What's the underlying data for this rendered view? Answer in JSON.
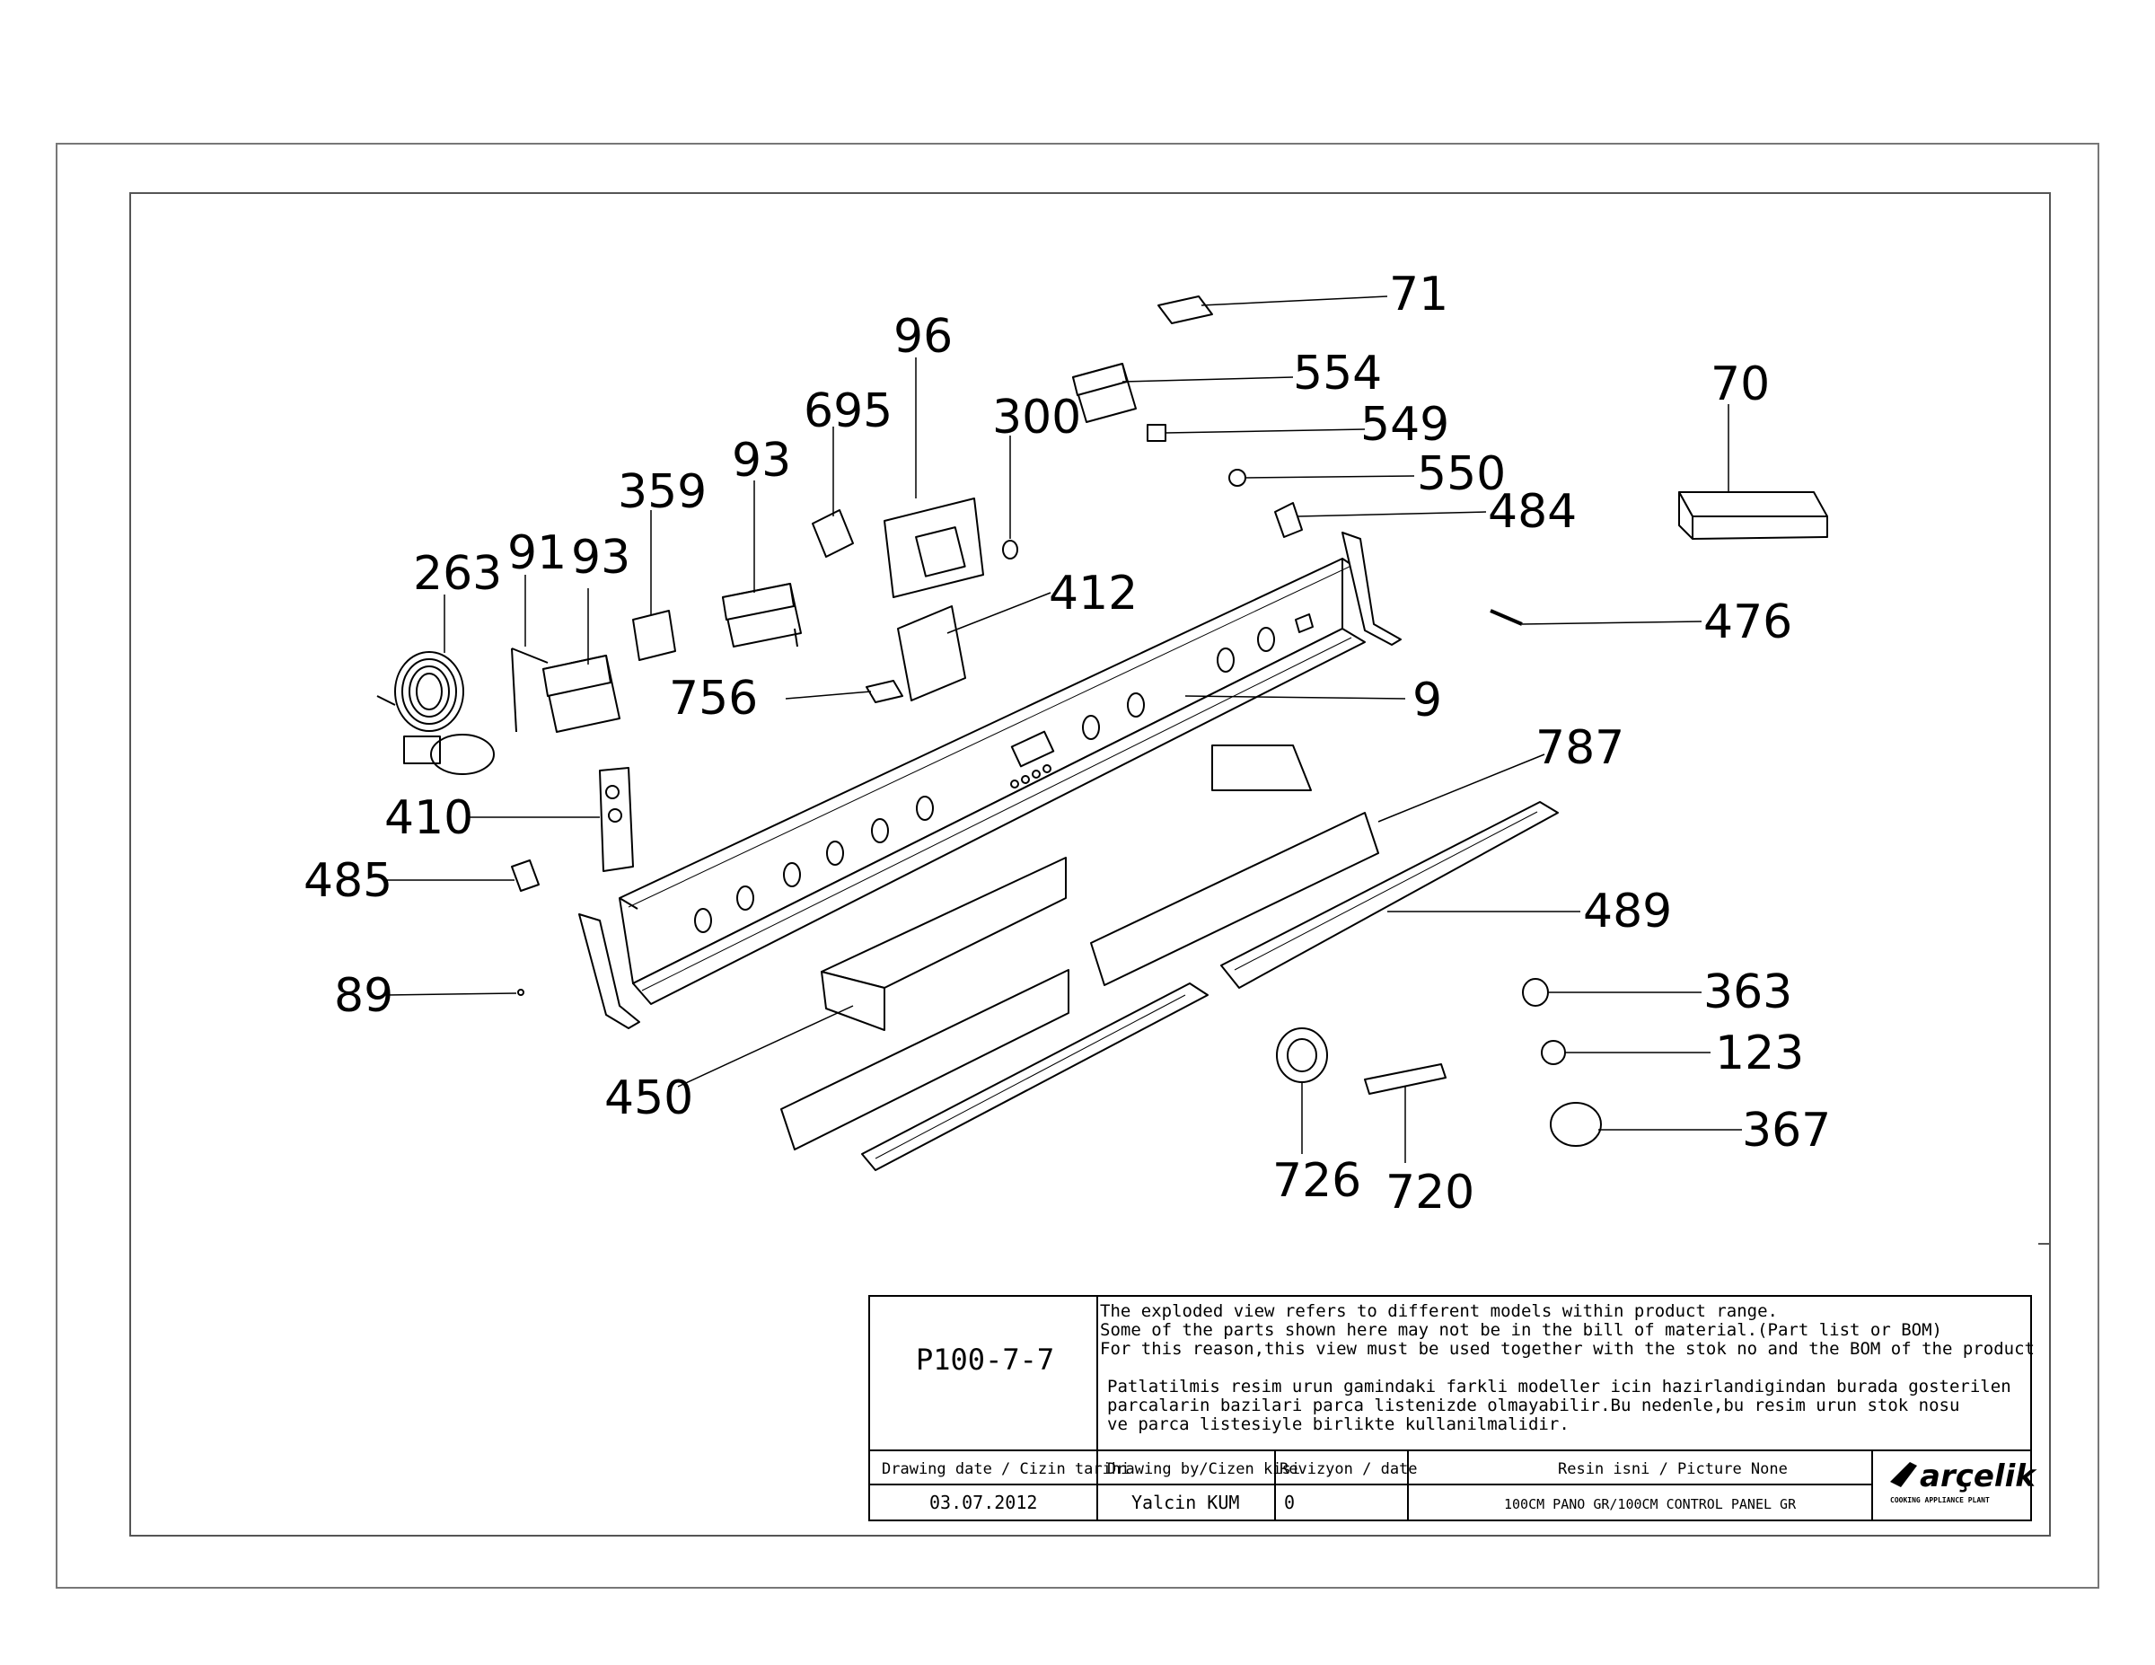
{
  "callouts": [
    {
      "num": "71"
    },
    {
      "num": "96"
    },
    {
      "num": "554"
    },
    {
      "num": "549"
    },
    {
      "num": "695"
    },
    {
      "num": "300"
    },
    {
      "num": "550"
    },
    {
      "num": "70"
    },
    {
      "num": "359"
    },
    {
      "num": "93"
    },
    {
      "num": "484"
    },
    {
      "num": "263"
    },
    {
      "num": "91"
    },
    {
      "num": "93"
    },
    {
      "num": "412"
    },
    {
      "num": "476"
    },
    {
      "num": "756"
    },
    {
      "num": "9"
    },
    {
      "num": "787"
    },
    {
      "num": "410"
    },
    {
      "num": "485"
    },
    {
      "num": "489"
    },
    {
      "num": "89"
    },
    {
      "num": "363"
    },
    {
      "num": "123"
    },
    {
      "num": "450"
    },
    {
      "num": "367"
    },
    {
      "num": "726"
    },
    {
      "num": "720"
    }
  ],
  "title_block": {
    "drawing_no": "P100-7-7",
    "note_en": [
      "The exploded view refers to different models within product range.",
      "Some of the parts shown here may not be in the bill of material.(Part list or BOM)",
      "For this reason,this view must be used together with the stok no and the BOM of the product"
    ],
    "note_tr": [
      "Patlatilmis resim urun gamindaki farkli modeller icin hazirlandigindan burada gosterilen",
      "parcalarin bazilari parca listenizde olmayabilir.Bu nedenle,bu resim urun stok nosu",
      "ve parca listesiyle birlikte kullanilmalidir."
    ],
    "date_label": "Drawing date / Cizin tarihi",
    "date_value": "03.07.2012",
    "by_label": "Drawing by/Cizen kisi",
    "by_value": "Yalcin KUM",
    "rev_label": "Revizyon / date",
    "rev_value": "0",
    "picture_label": "Resin isni / Picture None",
    "picture_value": "100CM PANO GR/100CM CONTROL PANEL GR",
    "brand": "arçelik",
    "brand_sub": "COOKING APPLIANCE PLANT"
  },
  "colors": {
    "ink": "#000000",
    "paper": "#ffffff",
    "frame": "#555555"
  }
}
